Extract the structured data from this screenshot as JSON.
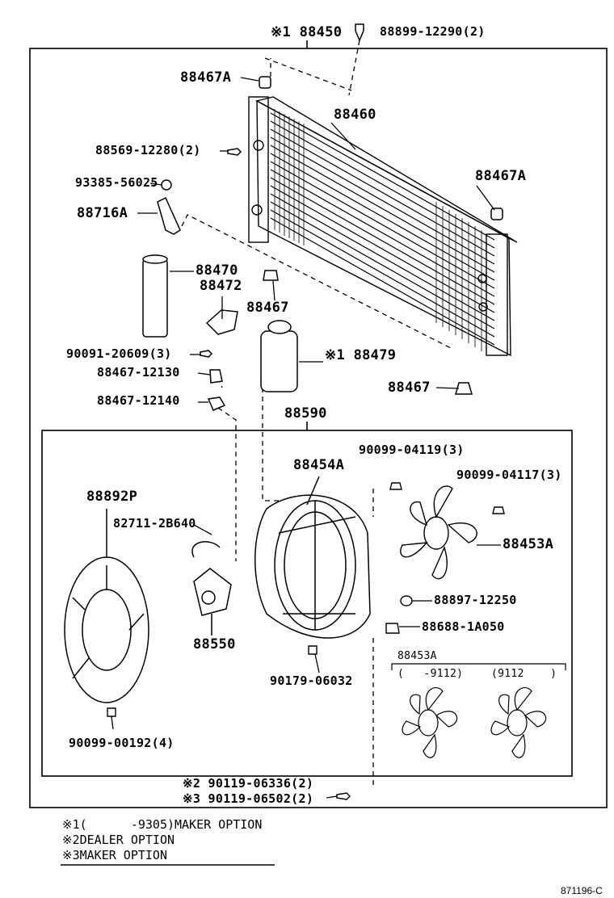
{
  "labels": {
    "p_88450": "※1 88450",
    "p_88899": "88899-12290(2)",
    "p_88467A_top": "88467A",
    "p_88460": "88460",
    "p_88569": "88569-12280(2)",
    "p_93385": "93385-56025",
    "p_88716A": "88716A",
    "p_88467A_right": "88467A",
    "p_88470": "88470",
    "p_88472": "88472",
    "p_88467_mid": "88467",
    "p_90091": "90091-20609(3)",
    "p_88479": "※1 88479",
    "p_88467_12130": "88467-12130",
    "p_88467_right": "88467",
    "p_88467_12140": "88467-12140",
    "p_88590": "88590",
    "p_90099_04119": "90099-04119(3)",
    "p_88454A": "88454A",
    "p_90099_04117": "90099-04117(3)",
    "p_88892P": "88892P",
    "p_82711": "82711-2B640",
    "p_88453A": "88453A",
    "p_88897": "88897-12250",
    "p_88550": "88550",
    "p_88688": "88688-1A050",
    "p_88453A_small": "88453A",
    "p_range1": "(   -9112)",
    "p_range2": "(9112    )",
    "p_90179": "90179-06032",
    "p_90099_00192": "90099-00192(4)",
    "p_90119_06336": "※2 90119-06336(2)",
    "p_90119_06502": "※3 90119-06502(2)"
  },
  "notes": [
    "※1(      -9305)MAKER OPTION",
    "※2DEALER OPTION",
    "※3MAKER OPTION"
  ],
  "reference_code": "871196-C"
}
